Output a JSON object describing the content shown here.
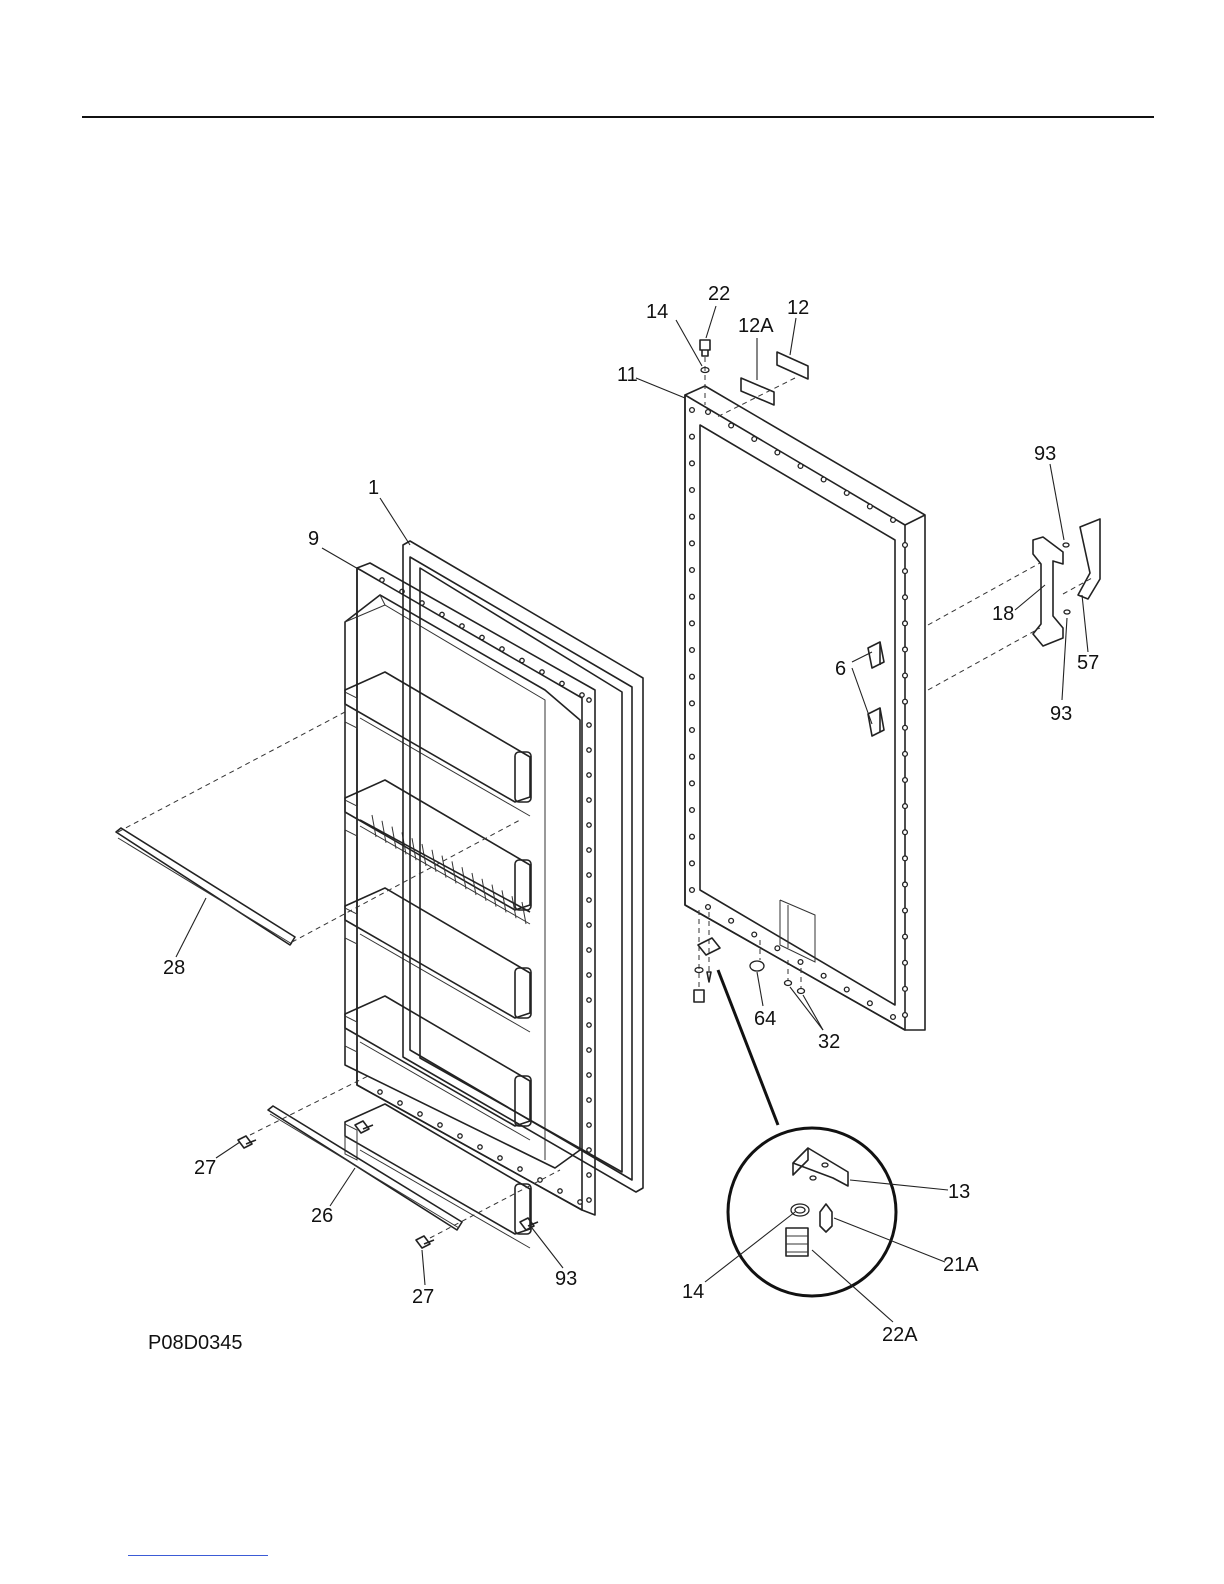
{
  "drawing_id": "P08D0345",
  "callouts": [
    {
      "id": "c-22",
      "text": "22"
    },
    {
      "id": "c-14-top",
      "text": "14"
    },
    {
      "id": "c-12A",
      "text": "12A"
    },
    {
      "id": "c-12",
      "text": "12"
    },
    {
      "id": "c-11",
      "text": "11"
    },
    {
      "id": "c-93-top",
      "text": "93"
    },
    {
      "id": "c-1",
      "text": "1"
    },
    {
      "id": "c-9",
      "text": "9"
    },
    {
      "id": "c-18",
      "text": "18"
    },
    {
      "id": "c-57",
      "text": "57"
    },
    {
      "id": "c-6",
      "text": "6"
    },
    {
      "id": "c-93-right",
      "text": "93"
    },
    {
      "id": "c-28",
      "text": "28"
    },
    {
      "id": "c-64",
      "text": "64"
    },
    {
      "id": "c-32",
      "text": "32"
    },
    {
      "id": "c-27-left",
      "text": "27"
    },
    {
      "id": "c-26",
      "text": "26"
    },
    {
      "id": "c-13",
      "text": "13"
    },
    {
      "id": "c-93-bottom",
      "text": "93"
    },
    {
      "id": "c-21A",
      "text": "21A"
    },
    {
      "id": "c-27-bottom",
      "text": "27"
    },
    {
      "id": "c-14-detail",
      "text": "14"
    },
    {
      "id": "c-22A",
      "text": "22A"
    }
  ]
}
